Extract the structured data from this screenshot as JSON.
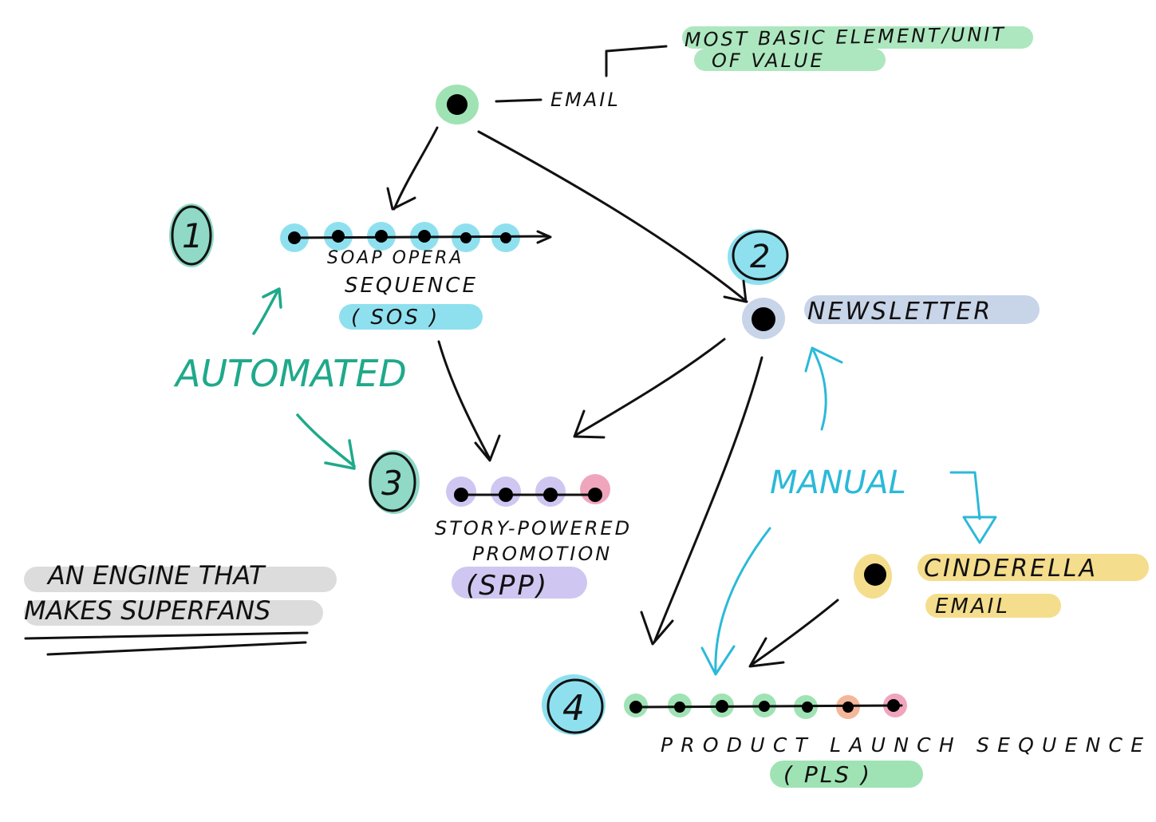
{
  "colors": {
    "green": "#9fe3b4",
    "cyan": "#8fe0ef",
    "teal_circle": "#8fd9c6",
    "slate": "#c8d4e8",
    "lavender": "#cfc7f1",
    "pink": "#efa6bd",
    "orange": "#f4b79a",
    "yellow": "#f4dd8c",
    "grey": "#dcdcdc",
    "automated_ink": "#1fa98b",
    "manual_ink": "#2bb9d9"
  },
  "nodes": {
    "email": {
      "label": "EMAIL",
      "note_line1": "MOST BASIC ELEMENT/UNIT",
      "note_line2": "OF VALUE"
    },
    "sos": {
      "number": "1",
      "title_line1": "SOAP OPERA",
      "title_line2": "SEQUENCE",
      "abbr": "( SOS )"
    },
    "newsletter": {
      "number": "2",
      "label": "NEWSLETTER"
    },
    "spp": {
      "number": "3",
      "title_line1": "STORY-POWERED",
      "title_line2": "PROMOTION",
      "abbr": "(SPP)"
    },
    "pls": {
      "number": "4",
      "title": "PRODUCT LAUNCH SEQUENCE",
      "abbr": "( PLS )"
    },
    "cinderella": {
      "label_line1": "CINDERELLA",
      "label_line2": "EMAIL"
    }
  },
  "annotations": {
    "automated": "AUTOMATED",
    "manual": "MANUAL",
    "engine_line1": "AN ENGINE THAT",
    "engine_line2": "MAKES SUPERFANS"
  }
}
